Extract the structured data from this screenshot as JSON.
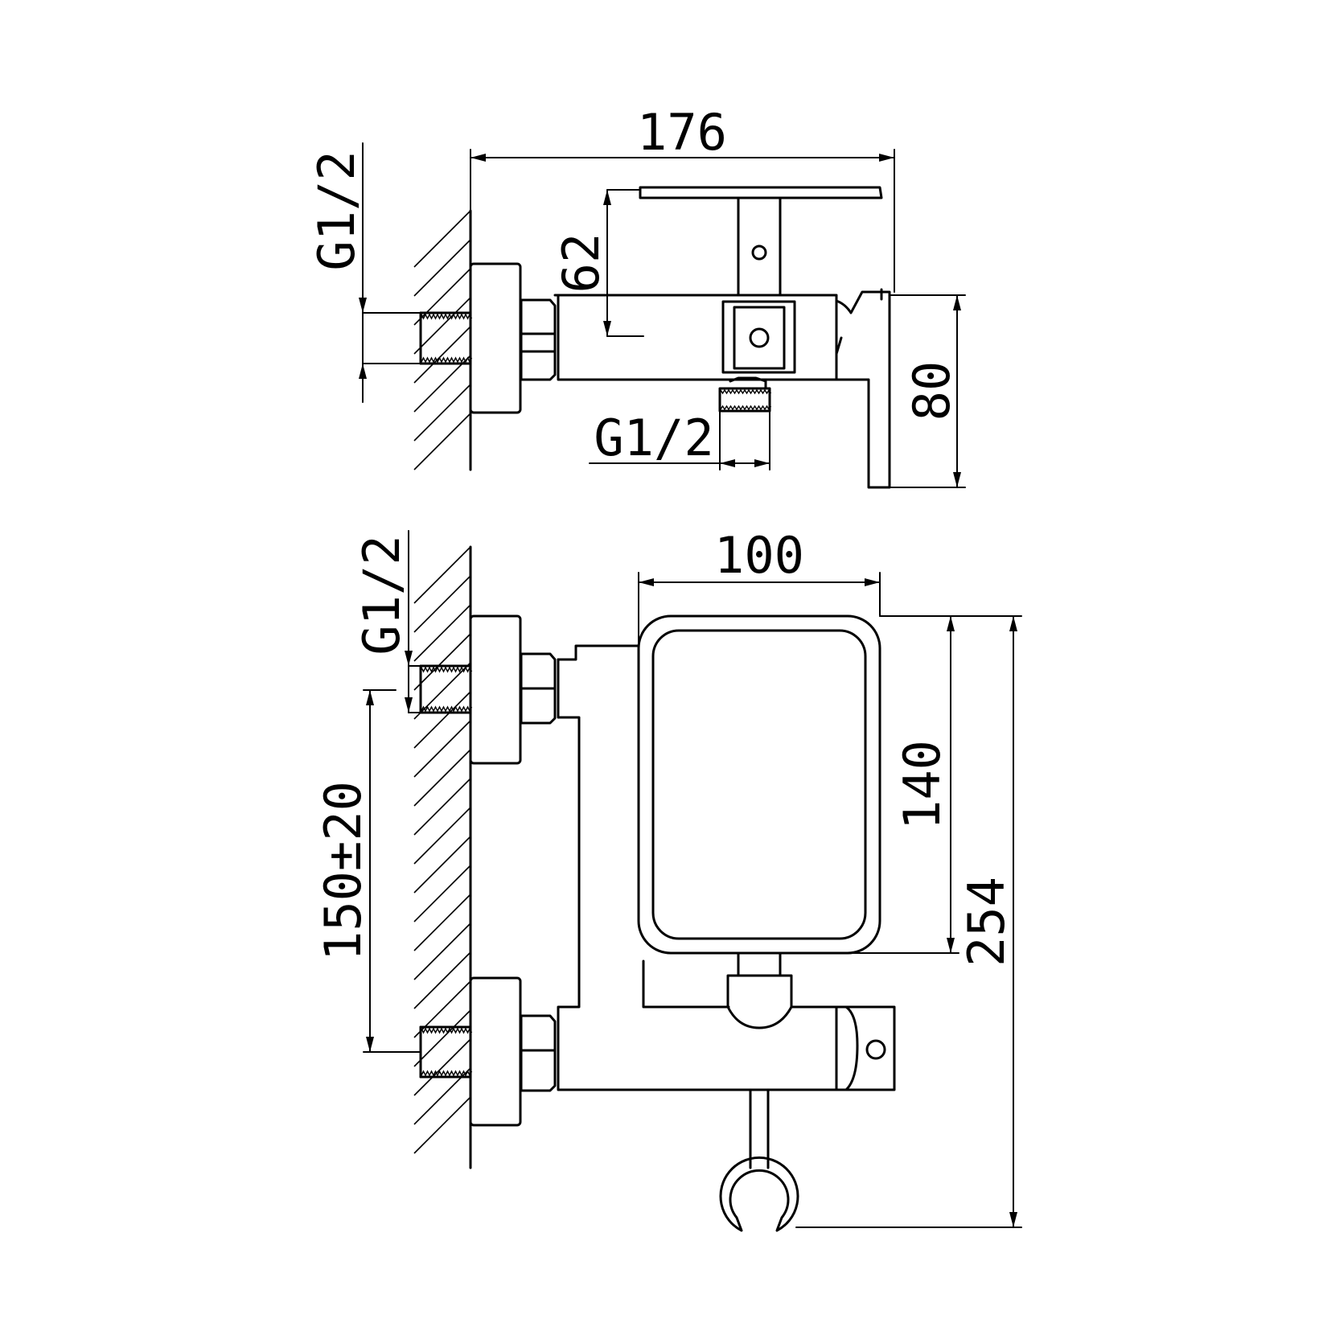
{
  "dimensions": {
    "top_width": "176",
    "top_handle_height": "62",
    "top_depth": "80",
    "top_inlet_thread": "G1/2",
    "top_outlet_thread": "G1/2",
    "bottom_inlet_thread": "G1/2",
    "bottom_shelf_width": "100",
    "bottom_shelf_height": "140",
    "bottom_total_height": "254",
    "bottom_center_distance": "150±20"
  },
  "colors": {
    "line": "#000000",
    "background": "#ffffff"
  }
}
